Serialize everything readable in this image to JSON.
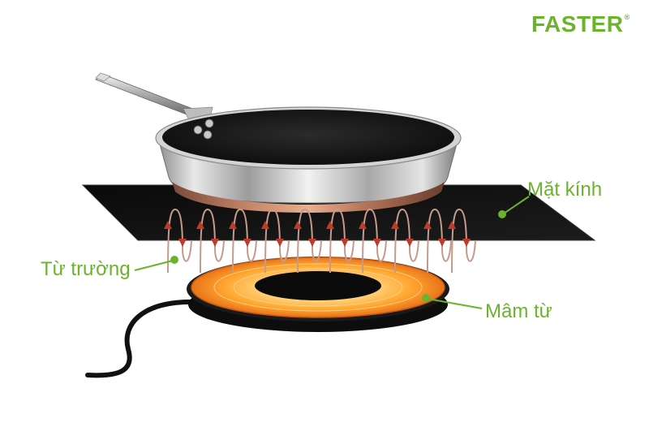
{
  "brand": {
    "name": "FASTER",
    "mark": "®",
    "color": "#6ab42d"
  },
  "labels": {
    "glass": "Mặt kính",
    "field": "Từ trường",
    "coil": "Mâm từ"
  },
  "colors": {
    "label": "#6ab42d",
    "field_line": "#c69a8c",
    "field_arrow": "#c0392b",
    "glass": "#161616",
    "coil_ring": "#f29421",
    "coil_glow": "#ffb640"
  },
  "illustration": {
    "objects": [
      "frying-pan",
      "glass-cooktop",
      "magnetic-field-waves",
      "induction-coil",
      "power-cord"
    ]
  }
}
